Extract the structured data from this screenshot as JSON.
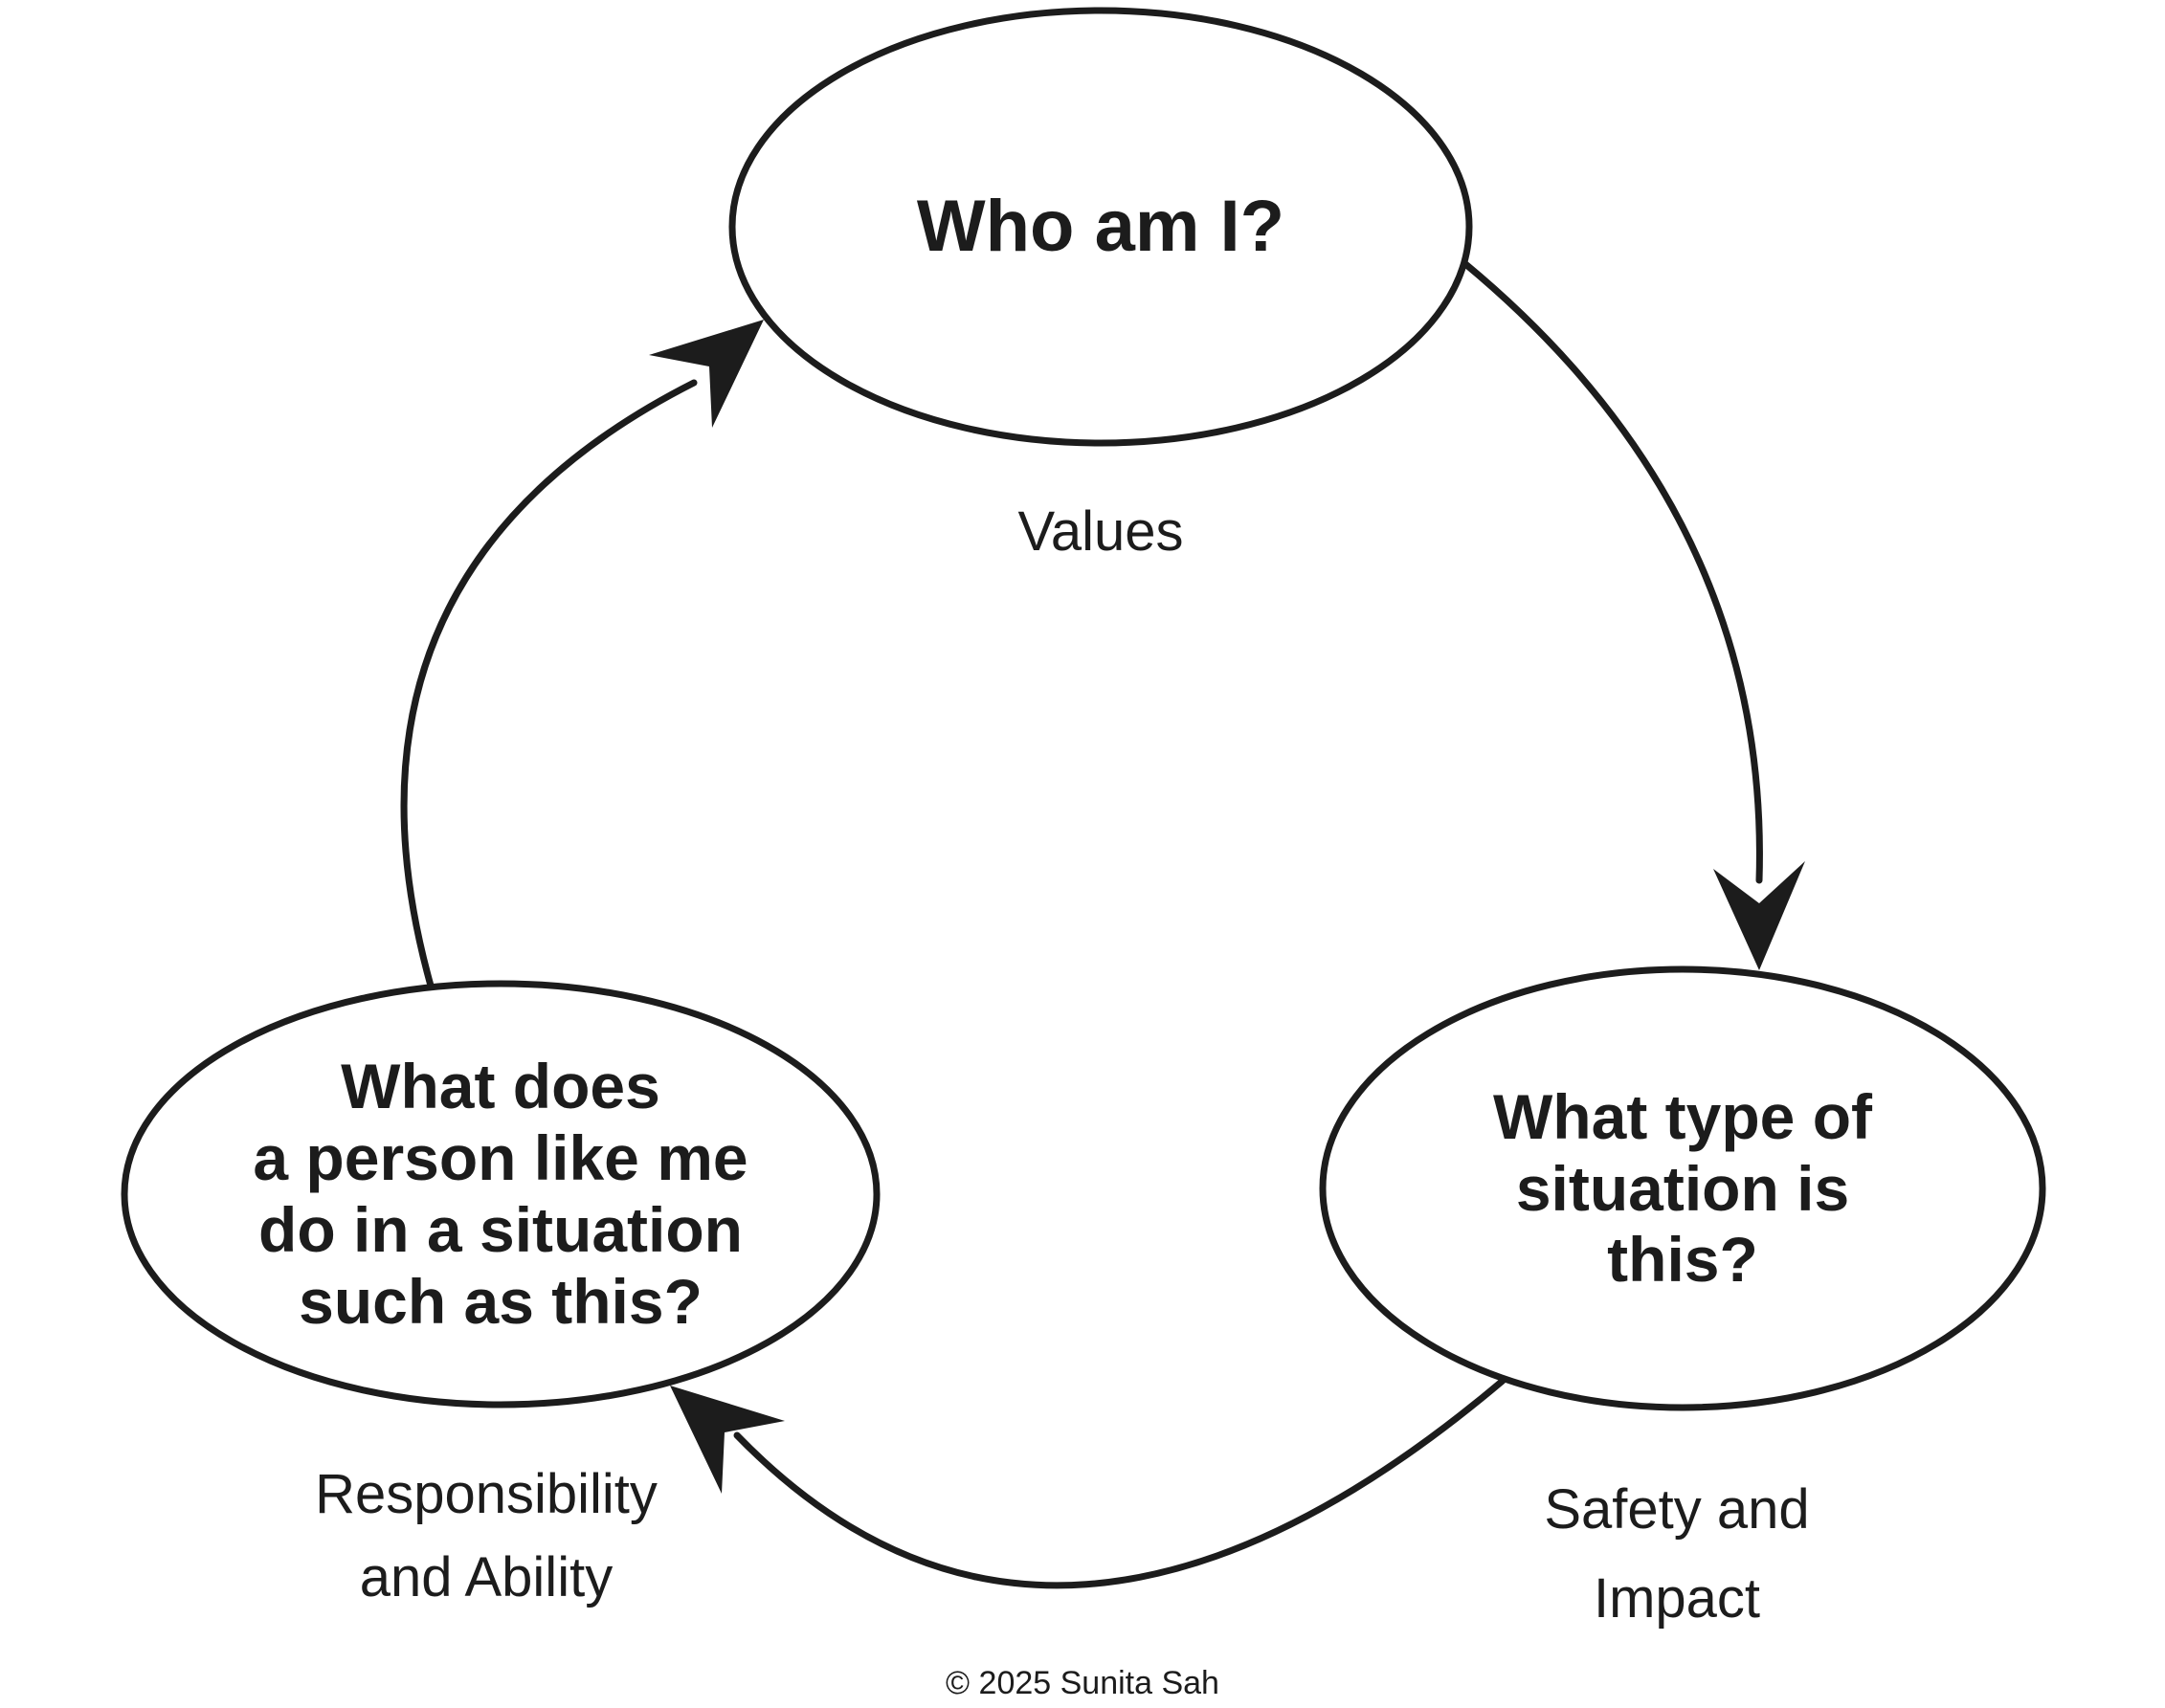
{
  "canvas": {
    "background": "#ffffff",
    "ink": "#1c1c1c"
  },
  "diagram": {
    "type": "cycle",
    "nodes": {
      "who": {
        "lines": [
          "Who am I?"
        ]
      },
      "situation": {
        "lines": [
          "What type of",
          "situation is",
          "this?"
        ]
      },
      "person": {
        "lines": [
          "What does",
          "a person like me",
          "do in a situation",
          "such as this?"
        ]
      }
    },
    "edge_labels": {
      "values": {
        "lines": [
          "Values"
        ]
      },
      "safety": {
        "lines": [
          "Safety and",
          "Impact"
        ]
      },
      "responsibility": {
        "lines": [
          "Responsibility",
          "and Ability"
        ]
      }
    },
    "edges": [
      {
        "from": "who",
        "to": "situation",
        "label": "Values"
      },
      {
        "from": "situation",
        "to": "person",
        "label": "Safety and Impact"
      },
      {
        "from": "person",
        "to": "who",
        "label": "Responsibility and Ability"
      }
    ]
  },
  "footer": {
    "copyright": "© 2025 Sunita Sah"
  }
}
